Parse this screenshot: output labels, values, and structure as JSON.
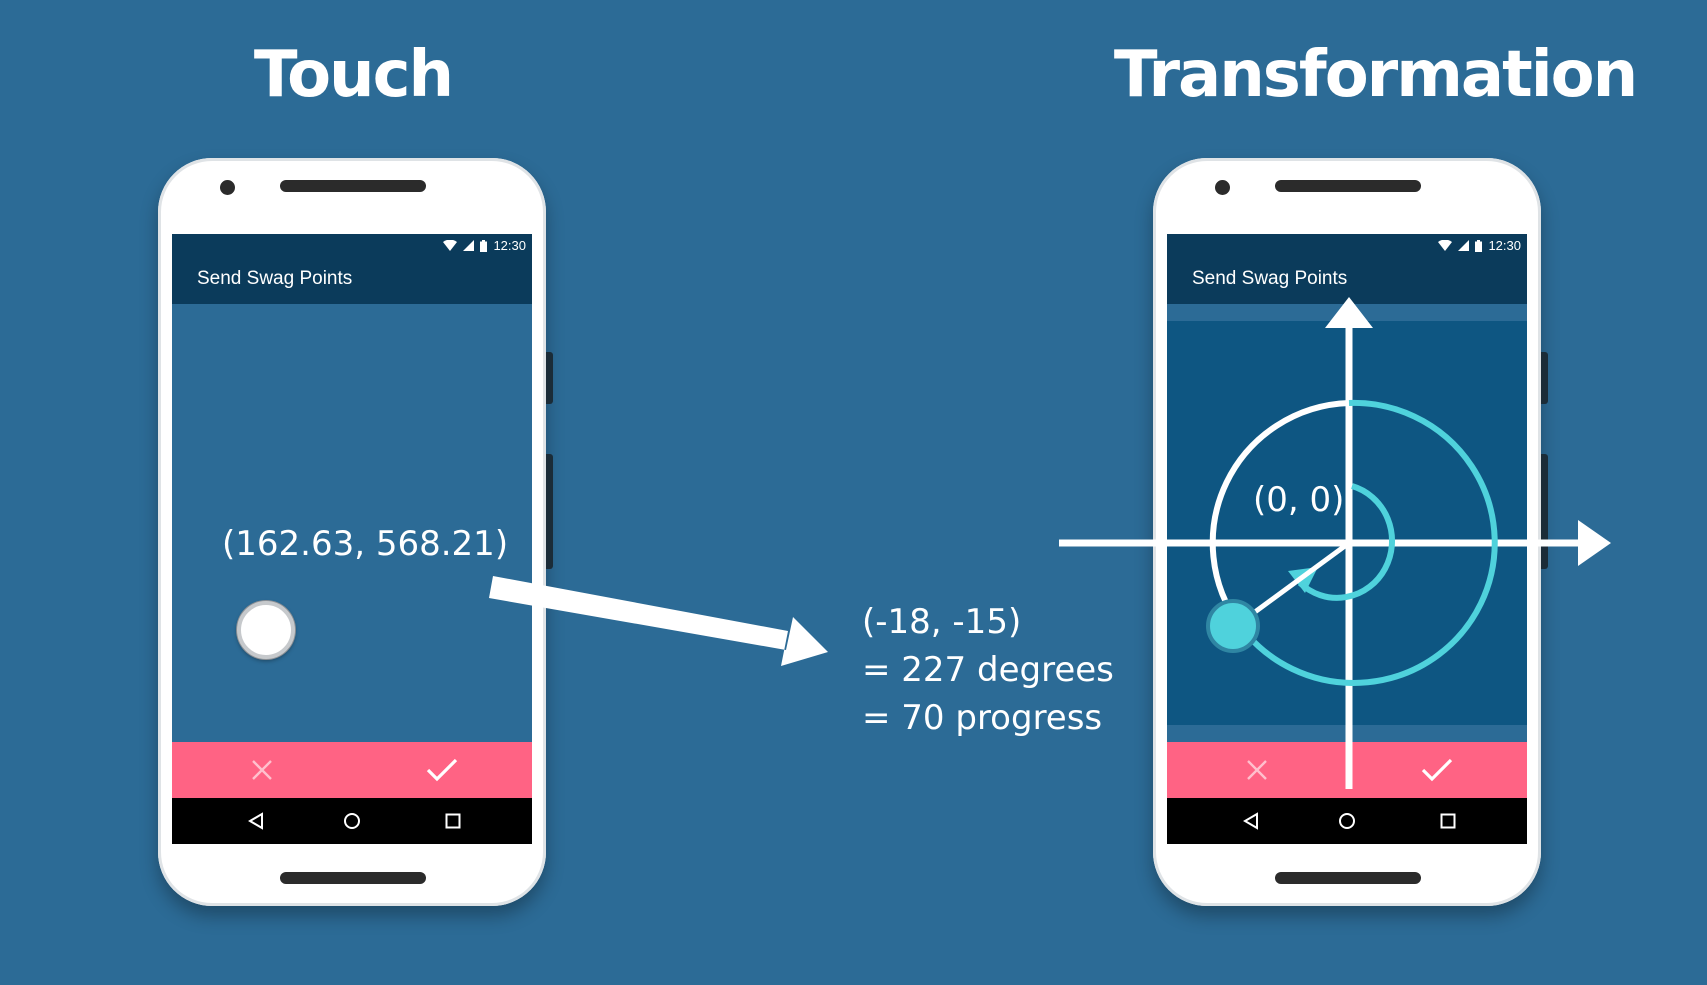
{
  "headings": {
    "touch": "Touch",
    "transformation": "Transformation"
  },
  "phone": {
    "status_time": "12:30",
    "app_title": "Send Swag Points",
    "cancel_icon": "close-icon",
    "confirm_icon": "check-icon",
    "nav_icons": [
      "back-icon",
      "home-icon",
      "recents-icon"
    ]
  },
  "touch_point": "(162.63, 568.21)",
  "result": {
    "coords": "(-18,  -15)",
    "degrees": "= 227 degrees",
    "progress": "= 70 progress"
  },
  "origin_label": "(0, 0)",
  "colors": {
    "background": "#2c6b96",
    "appbar": "#0b3b5b",
    "action_bar": "#ff6384",
    "accent": "#4fd2dc",
    "dial_background": "#0e5682"
  },
  "dial": {
    "angle_degrees": 227,
    "progress": 70
  }
}
